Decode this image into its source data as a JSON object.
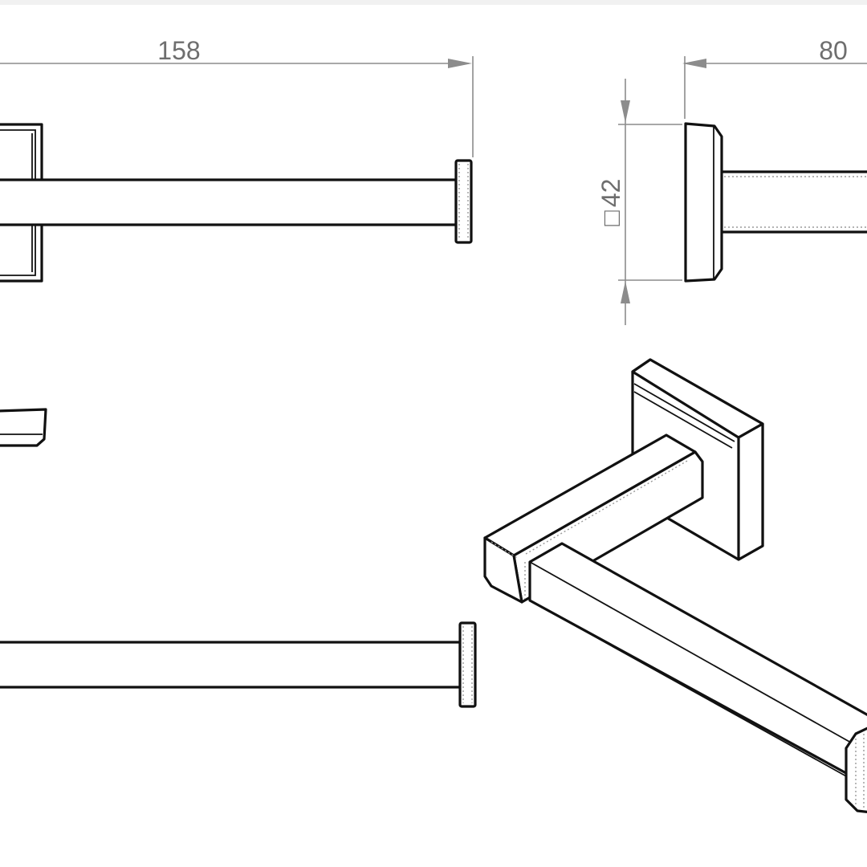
{
  "drawing": {
    "dimensions": {
      "overall_length": "158",
      "projection_depth": "80",
      "base_square": "42",
      "base_square_symbol": "□"
    },
    "views": [
      "front-view",
      "side-view",
      "top-view",
      "isometric-view"
    ],
    "colors": {
      "line": "#111111",
      "dimension": "#8c8c8c",
      "dimension_text": "#6e6e6e",
      "background": "#ffffff"
    }
  }
}
